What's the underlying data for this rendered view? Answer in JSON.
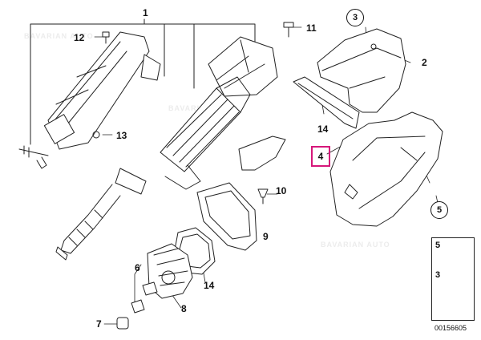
{
  "callouts": {
    "c1": "1",
    "c2": "2",
    "c3": "3",
    "c4": "4",
    "c5": "5",
    "c6": "6",
    "c7": "7",
    "c8": "8",
    "c9": "9",
    "c10": "10",
    "c11": "11",
    "c12": "12",
    "c13": "13",
    "c14a": "14",
    "c14b": "14"
  },
  "legend": {
    "row5": "5",
    "row3": "3"
  },
  "document_number": "00156605",
  "watermark": "BAVARIAN AUTO",
  "colors": {
    "highlight": "#d6177a",
    "line": "#222222"
  },
  "icons": [
    "arrow-direction-icon"
  ]
}
